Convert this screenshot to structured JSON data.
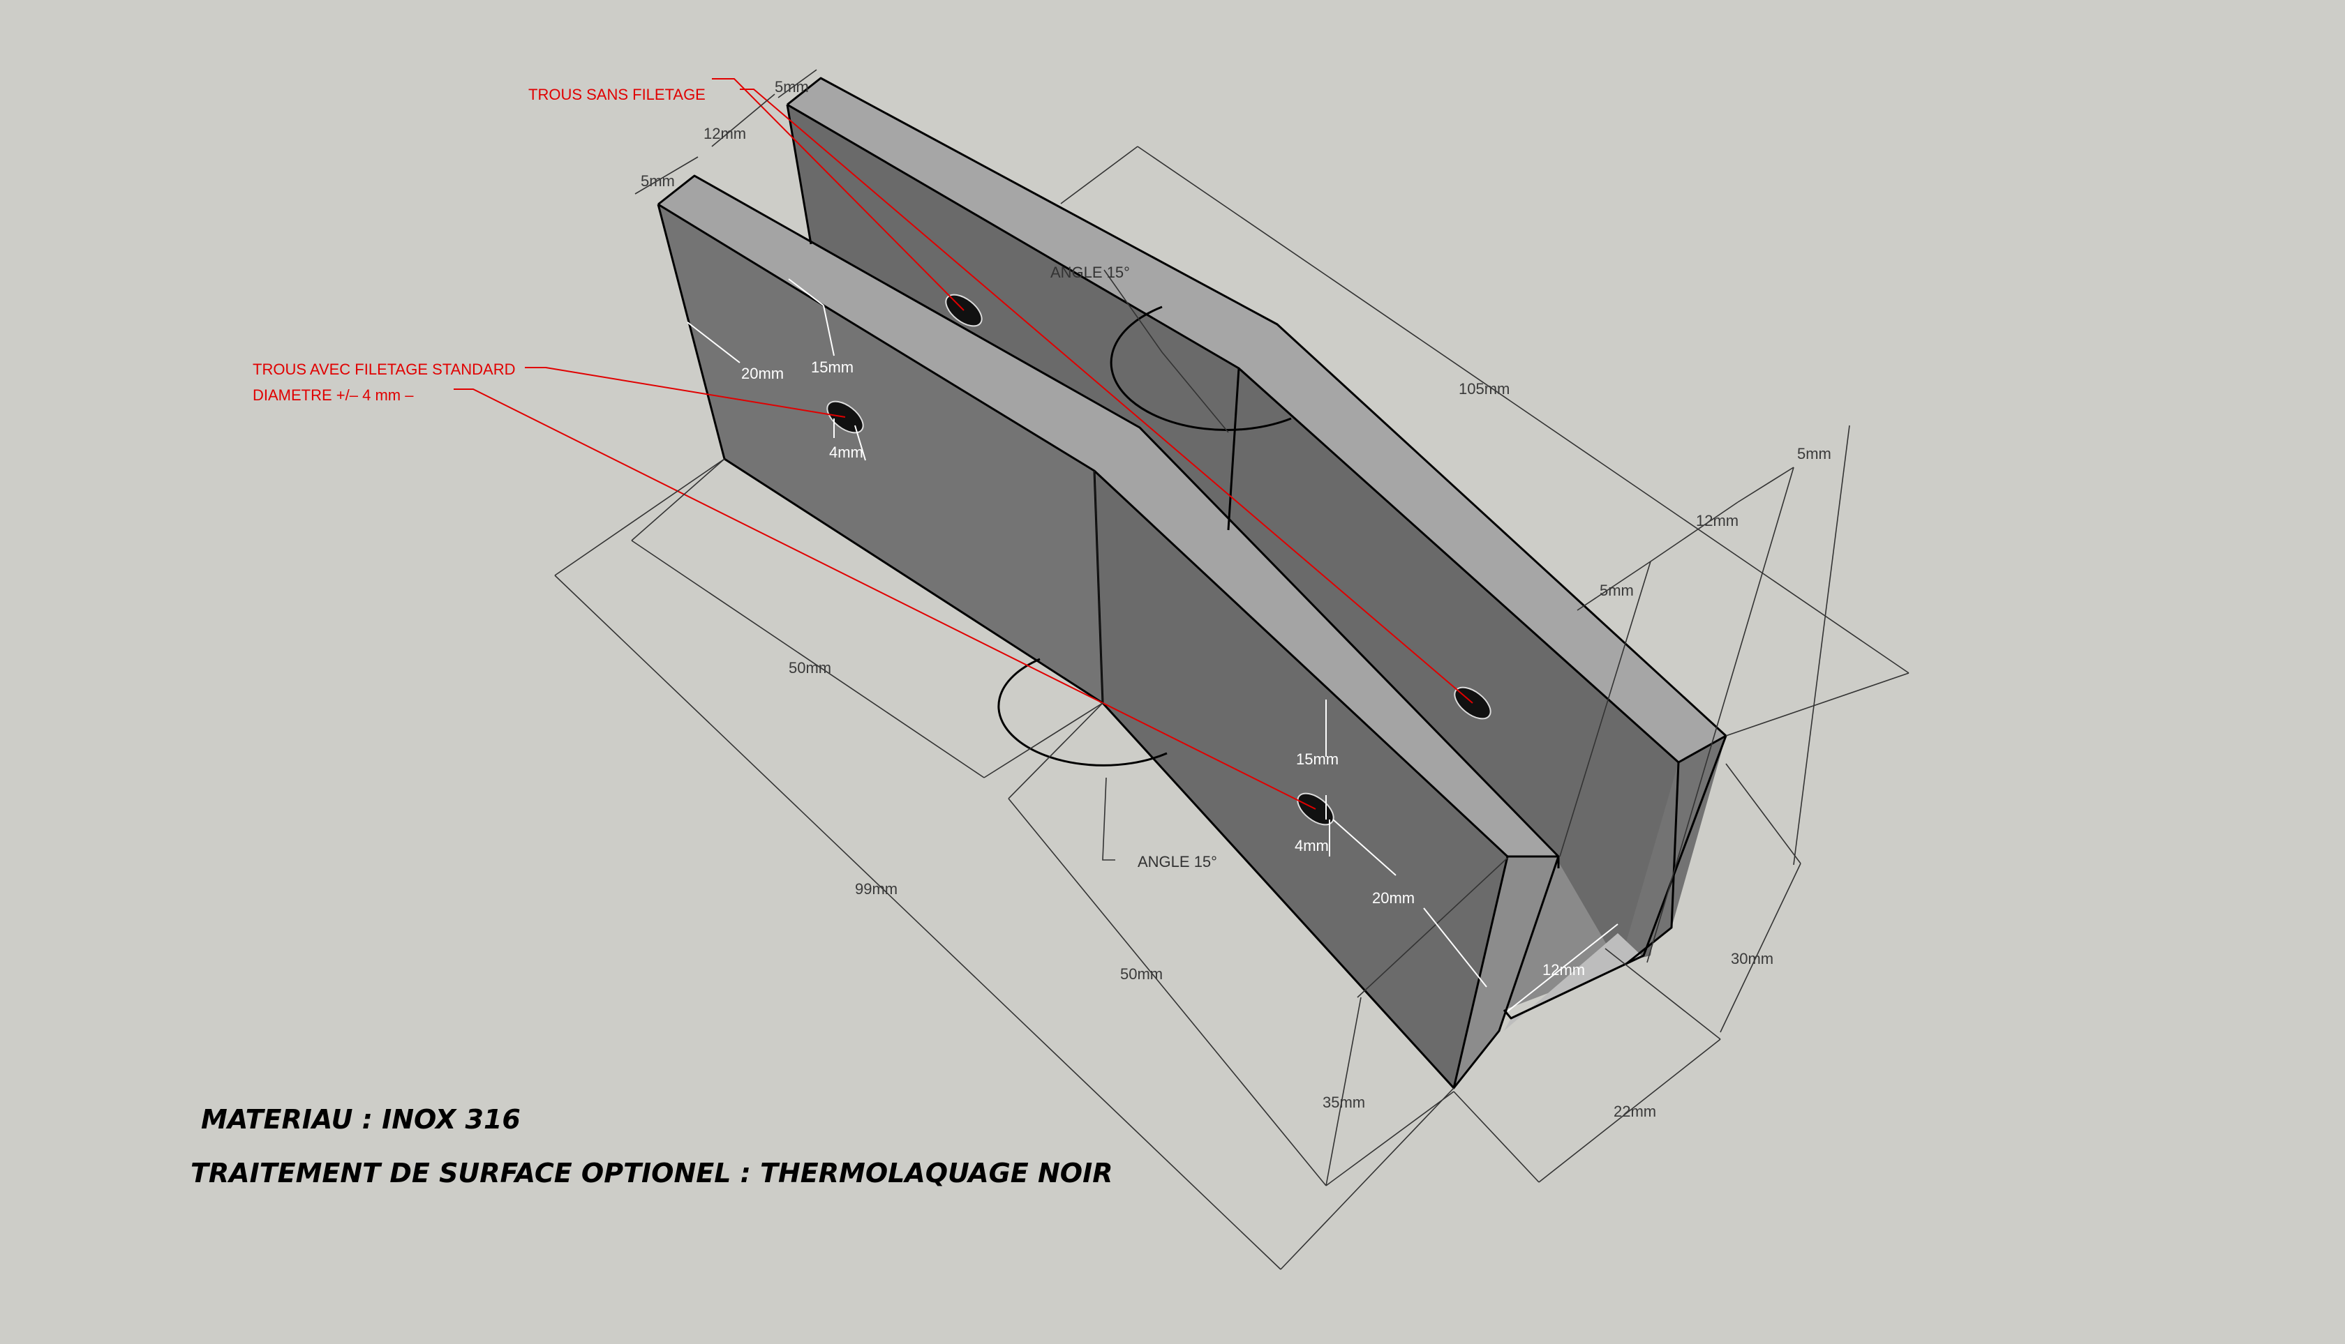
{
  "colors": {
    "background": "#cdcdc8",
    "face_light": "#a6a6a6",
    "face_mid": "#7a7a7a",
    "face_dark": "#666666",
    "annotation_red": "#e00000"
  },
  "notes": {
    "unthreaded_holes": "TROUS SANS FILETAGE",
    "threaded_holes_line1": "TROUS AVEC FILETAGE STANDARD",
    "threaded_holes_line2": "DIAMETRE +/–  4  mm   –"
  },
  "angles": {
    "upper": "ANGLE  15°",
    "lower": "ANGLE 15°"
  },
  "dimensions": {
    "thk_back_top": "5mm",
    "gap_top": "12mm",
    "thk_front_top": "5mm",
    "hole_front_20": "20mm",
    "hole_front_15": "15mm",
    "hole_front_4": "4mm",
    "length_105": "105mm",
    "right_5_top": "5mm",
    "right_12": "12mm",
    "right_5_mid": "5mm",
    "left_50": "50mm",
    "bottom_99": "99mm",
    "bottom_50": "50mm",
    "hole_lower_15": "15mm",
    "hole_lower_4": "4mm",
    "hole_lower_20": "20mm",
    "inner_12": "12mm",
    "height_30": "30mm",
    "height_35": "35mm",
    "width_22": "22mm"
  },
  "spec": {
    "material": "MATERIAU : INOX 316",
    "finish": "TRAITEMENT DE SURFACE OPTIONEL : THERMOLAQUAGE NOIR"
  }
}
